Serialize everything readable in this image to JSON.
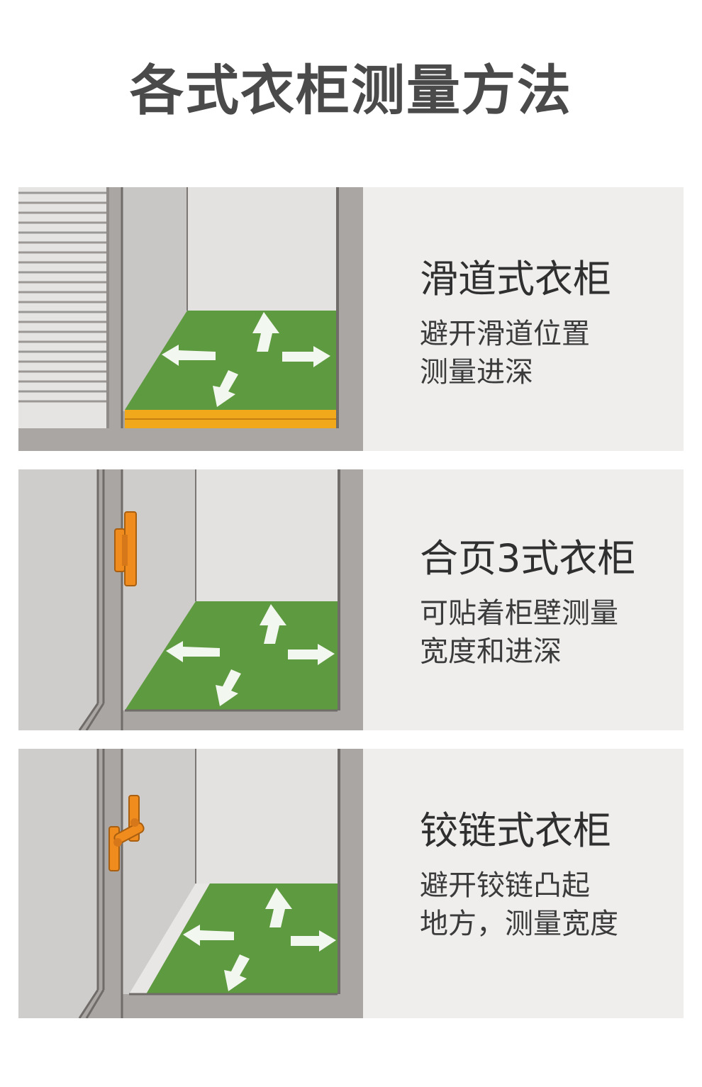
{
  "page": {
    "title": "各式衣柜测量方法"
  },
  "panels": [
    {
      "kind": "sliding",
      "heading": "滑道式衣柜",
      "desc": [
        "避开滑道位置",
        "测量进深"
      ]
    },
    {
      "kind": "hinge-door",
      "heading": "合页3式衣柜",
      "desc": [
        "可贴着柜壁测量",
        "宽度和进深"
      ]
    },
    {
      "kind": "hinge-link",
      "heading": "铰链式衣柜",
      "desc": [
        "避开铰链凸起",
        "地方，测量宽度"
      ]
    }
  ],
  "colors": {
    "title": "#4a4a4a",
    "panel_bg": "#efeeed",
    "wall_gray": "#a9a6a4",
    "panel_gray": "#cfcdcb",
    "back_wall": "#e3e1df",
    "floor_green": "#5e9a3f",
    "track_yellow": "#f1a91b",
    "hinge_orange": "#f08b1e"
  }
}
